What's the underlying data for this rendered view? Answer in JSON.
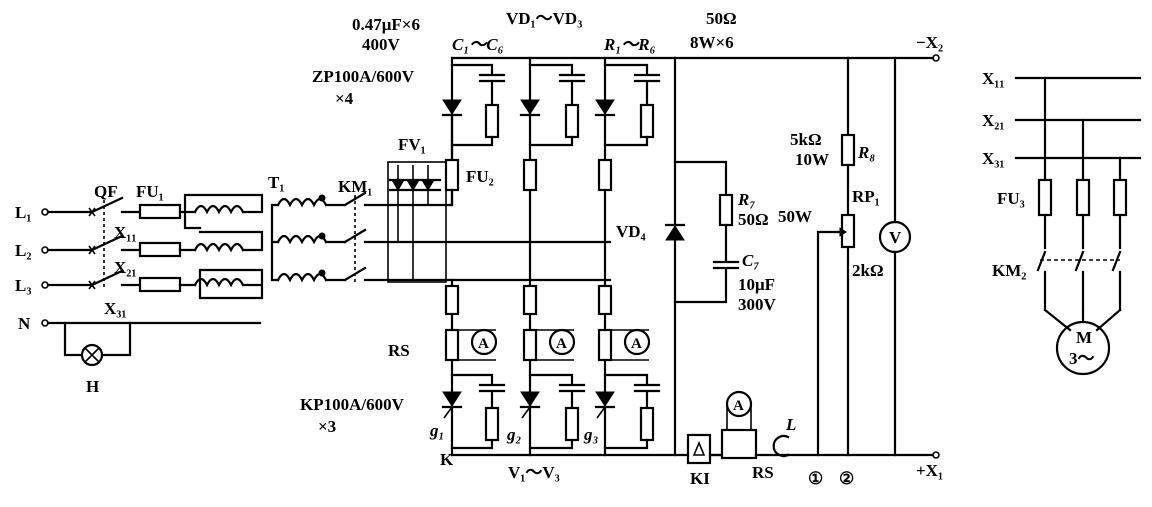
{
  "labels": {
    "cap_spec1": "0.47μF×6",
    "cap_spec2": "400V",
    "diode_range": "VD₁～VD₃",
    "res_spec1": "50Ω",
    "res_spec2": "8W×6",
    "c_range": "C₁～C₆",
    "r_range": "R₁～R₆",
    "zp_spec1": "ZP100A/600V",
    "zp_spec2": "×4",
    "neg_x2": "−X₂",
    "pos_x1": "+X₁",
    "fv1": "FV₁",
    "fu2": "FU₂",
    "km1": "KM₁",
    "t1": "T₁",
    "qf": "QF",
    "fu1": "FU₁",
    "l1": "L₁",
    "l2": "L₂",
    "l3": "L₃",
    "n": "N",
    "h": "H",
    "x11_left": "X₁₁",
    "x21_left": "X₂₁",
    "x31_left": "X₃₁",
    "vd4": "VD₄",
    "r7": "R₇",
    "r7_val": "50Ω",
    "c7": "C₇",
    "c7_val": "10μF",
    "c7_volt": "300V",
    "r8_val1": "5kΩ",
    "r8_val2": "10W",
    "r8": "R₈",
    "w50": "50W",
    "rp1": "RP₁",
    "rp1_val": "2kΩ",
    "rs_left": "RS",
    "kp_spec1": "KP100A/600V",
    "kp_spec2": "×3",
    "g1": "g₁",
    "g2": "g₂",
    "g3": "g₃",
    "k": "K",
    "v_range": "V₁～V₃",
    "ki": "KI",
    "rs_bottom": "RS",
    "l_ind": "L",
    "node1": "①",
    "node2": "②",
    "x11_right": "X₁₁",
    "x21_right": "X₂₁",
    "x31_right": "X₃₁",
    "fu3": "FU₃",
    "km2": "KM₂",
    "motor_m": "M",
    "motor_phase": "3～",
    "ammeter": "A",
    "voltmeter": "V"
  }
}
